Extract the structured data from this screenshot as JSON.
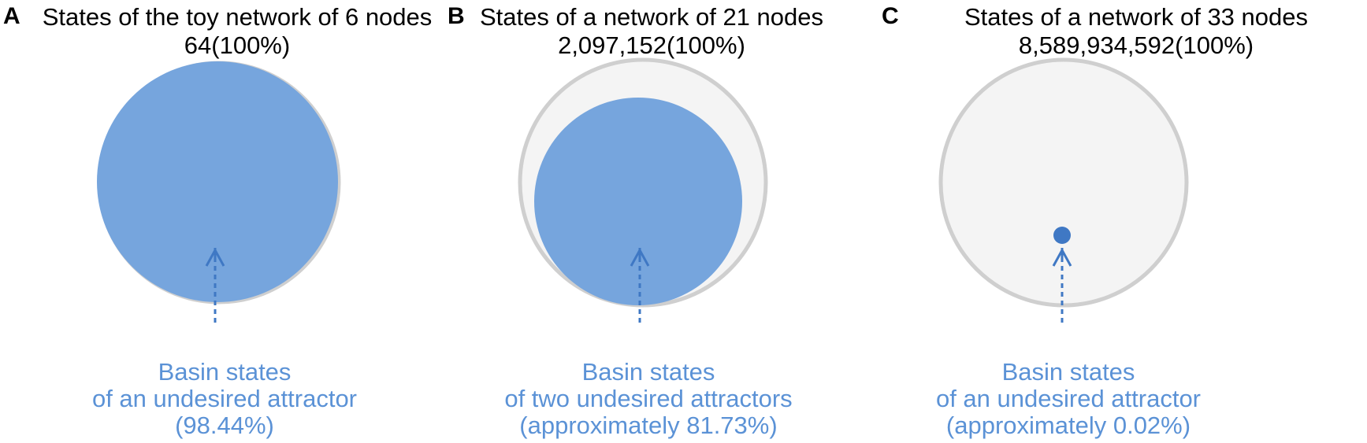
{
  "colors": {
    "basin_fill": "#76a5dd",
    "basin_edge": "#6f9bd1",
    "state_space_fill": "#f4f4f4",
    "state_space_edge": "#cfcfcf",
    "arrow": "#3f78c4",
    "caption_text": "#5b92d6",
    "dot": "#3f78c4"
  },
  "panels": [
    {
      "letter": "A",
      "title": "States of the toy network of 6 nodes",
      "total": "64(100%)",
      "caption": [
        "Basin states",
        "of an undesired attractor",
        "(98.44%)"
      ],
      "basin_fraction": 0.9844,
      "basin_label": "98.44%"
    },
    {
      "letter": "B",
      "title": "States of a network of 21 nodes",
      "total": "2,097,152(100%)",
      "caption": [
        "Basin states",
        "of two undesired attractors",
        "(approximately 81.73%)"
      ],
      "basin_fraction": 0.8173,
      "basin_label": "approximately 81.73%"
    },
    {
      "letter": "C",
      "title": "States of a network of 33 nodes",
      "total": "8,589,934,592(100%)",
      "caption": [
        "Basin states",
        "of an undesired attractor",
        "(approximately 0.02%)"
      ],
      "basin_fraction": 0.0002,
      "basin_label": "approximately 0.02%"
    }
  ]
}
